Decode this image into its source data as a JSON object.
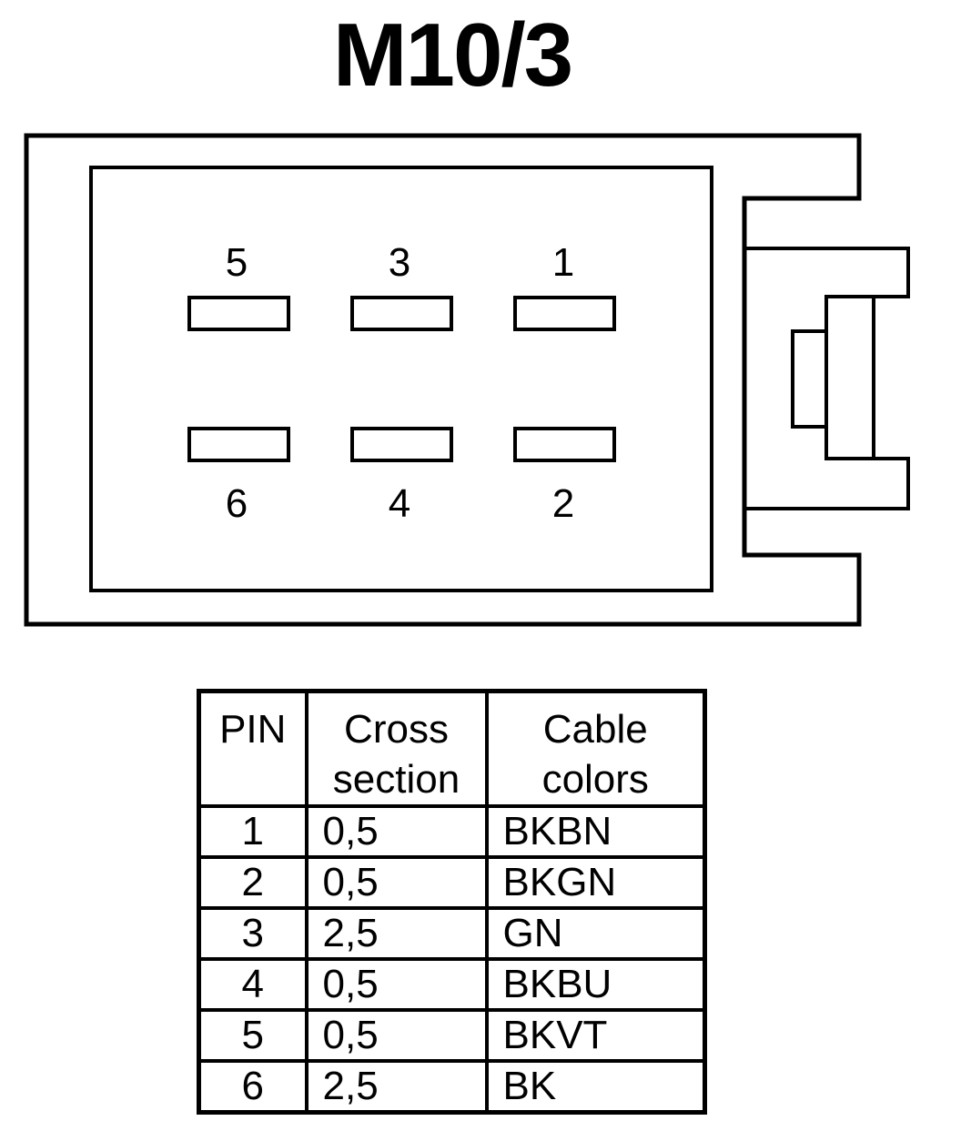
{
  "title": "M10/3",
  "connector": {
    "pin_labels_top": [
      "5",
      "3",
      "1"
    ],
    "pin_labels_bottom": [
      "6",
      "4",
      "2"
    ]
  },
  "table": {
    "headers": {
      "pin": "PIN",
      "cross_section": [
        "Cross",
        "section"
      ],
      "cable_colors": [
        "Cable",
        "colors"
      ]
    },
    "rows": [
      {
        "pin": "1",
        "cross_section": "0,5",
        "color": "BKBN"
      },
      {
        "pin": "2",
        "cross_section": "0,5",
        "color": "BKGN"
      },
      {
        "pin": "3",
        "cross_section": "2,5",
        "color": "GN"
      },
      {
        "pin": "4",
        "cross_section": "0,5",
        "color": "BKBU"
      },
      {
        "pin": "5",
        "cross_section": "0,5",
        "color": "BKVT"
      },
      {
        "pin": "6",
        "cross_section": "2,5",
        "color": "BK"
      }
    ]
  }
}
